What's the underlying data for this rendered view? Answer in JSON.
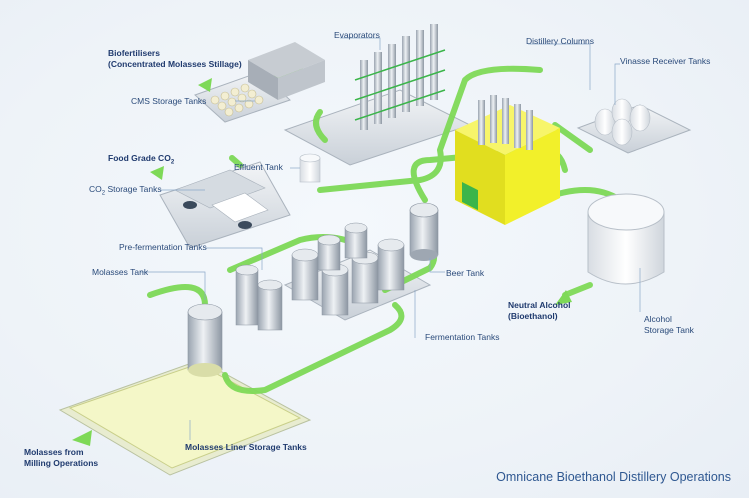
{
  "title": "Omnicane Bioethanol Distillery Operations",
  "labels": {
    "biofertilisers": "Biofertilisers",
    "biofertilisers_sub": "(Concentrated Molasses Stillage)",
    "cms_tanks": "CMS Storage Tanks",
    "evaporators": "Evaporators",
    "distillery_columns": "Distillery Columns",
    "vinasse_tanks": "Vinasse Receiver Tanks",
    "food_grade_co2": "Food Grade CO",
    "food_grade_co2_sub": "2",
    "effluent_tank": "Effluent Tank",
    "co2_tanks_a": "CO",
    "co2_tanks_sub": "2",
    "co2_tanks_b": " Storage Tanks",
    "pre_fermentation": "Pre-fermentation Tanks",
    "molasses_tank": "Molasses Tank",
    "beer_tank": "Beer Tank",
    "neutral_alcohol": "Neutral Alcohol",
    "neutral_alcohol_sub": "(Bioethanol)",
    "fermentation_tanks": "Fermentation Tanks",
    "alcohol_storage_1": "Alcohol",
    "alcohol_storage_2": "Storage Tank",
    "molasses_from_1": "Molasses from",
    "molasses_from_2": "Milling Operations",
    "liner_tanks": "Molasses Liner Storage Tanks"
  },
  "colors": {
    "flow": "#7ed957",
    "building": "#f2f02a",
    "building_green": "#3bb54a",
    "label": "#2a4a7a",
    "title": "#2f5891",
    "leader": "#8aa8c8"
  }
}
